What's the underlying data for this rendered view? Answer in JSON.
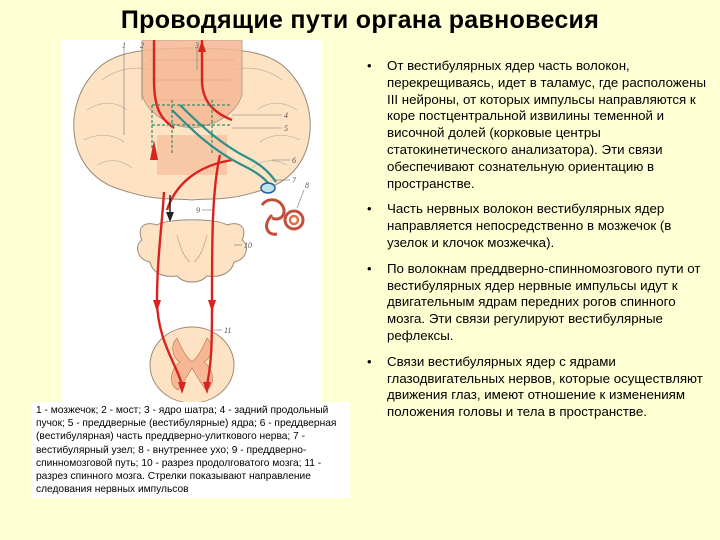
{
  "title": "Проводящие пути органа равновесия",
  "figure": {
    "labels": [
      "1",
      "2",
      "3",
      "4",
      "5",
      "6",
      "7",
      "8",
      "9",
      "10",
      "11"
    ]
  },
  "caption": "1 - мозжечок; 2 - мост; 3 - ядро шатра; 4 - задний продольный пучок; 5 - преддверные (вестибулярные) ядра; 6 - преддверная (вестибулярная) часть преддверно-улиткового нерва; 7 - вестибулярный узел; 8 - внутреннее ухо; 9 - преддверно-спинномозговой путь; 10 - разрез продолговатого мозга; 11 - разрез спинного мозга. Стрелки показывают направление следования нервных импульсов",
  "bullets": [
    "От вестибулярных ядер часть волокон, перекрещиваясь, идет в таламус, где расположены III нейроны, от которых импульсы направляются к коре постцентральной извилины теменной и височной долей (корковые центры статокинетического анализатора). Эти связи обеспечивают сознательную ориентацию в пространстве.",
    " Часть нервных волокон вестибулярных ядер направляется непосредственно в мозжечок (в узелок и клочок мозжечка).",
    " По волокнам преддверно-спинномозгового пути от вестибулярных ядер нервные импульсы идут к двигательным ядрам передних рогов спинного мозга. Эти связи регулируют вестибулярные рефлексы.",
    " Связи вестибулярных ядер с ядрами глазодвигательных нервов, которые осуществляют движения глаз, имеют отношение к изменениям положения головы и тела в пространстве."
  ],
  "colors": {
    "background": "#ffffd4",
    "pathway_red": "#d9231f",
    "nerve_teal": "#2f8f8a",
    "tissue": "#fde3c4",
    "grey_matter": "#f6b894"
  }
}
